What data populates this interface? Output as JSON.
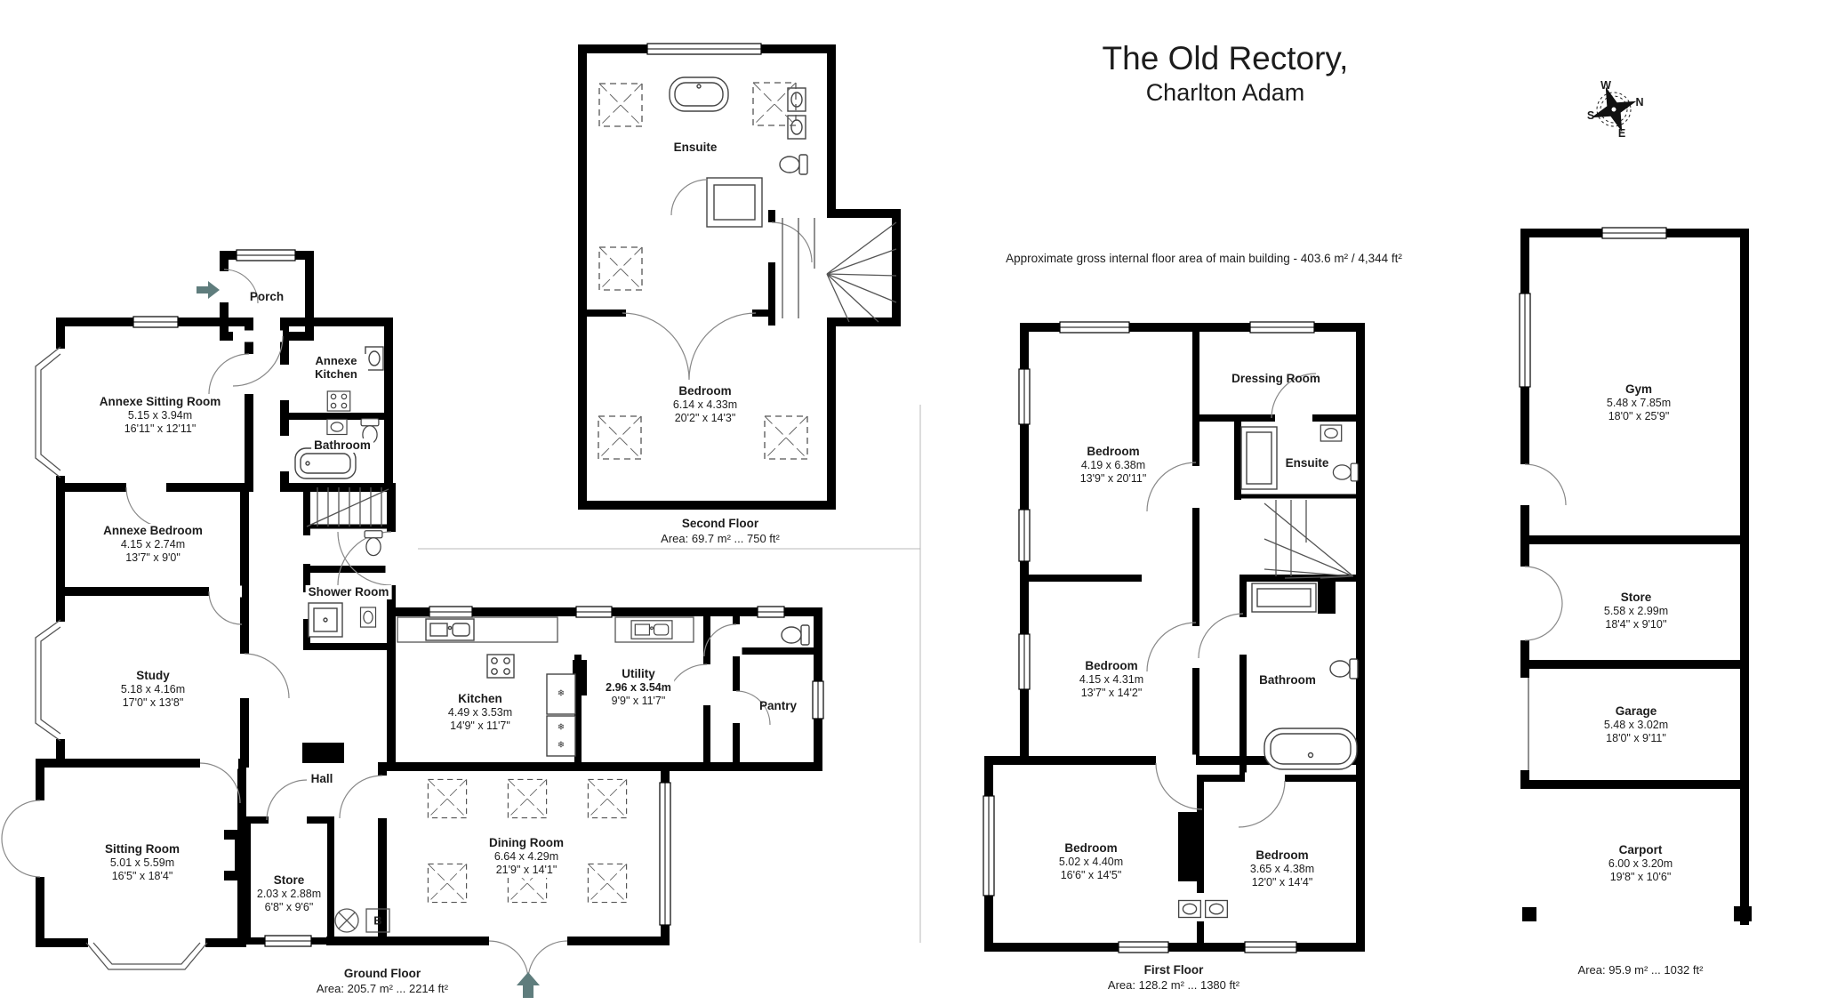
{
  "title": {
    "line1": "The Old Rectory,",
    "line2": "Charlton Adam"
  },
  "area_note": "Approximate gross internal floor area of main building  -  403.6 m² / 4,344 ft²",
  "compass": {
    "n": "N",
    "e": "E",
    "s": "S",
    "w": "W"
  },
  "colors": {
    "wall": "#000000",
    "entry_arrow": "#5f7d7d",
    "paper": "#ffffff"
  },
  "icons": {
    "freezer": "❄"
  },
  "symbols": {
    "boiler": "B"
  },
  "floors": {
    "ground": {
      "label": "Ground Floor",
      "area": "Area: 205.7 m² ... 2214 ft²",
      "rooms": {
        "porch": {
          "name": "Porch"
        },
        "annexe_sitting": {
          "name": "Annexe Sitting Room",
          "metric": "5.15 x 3.94m",
          "imperial": "16'11\" x 12'11\""
        },
        "annexe_kitchen": {
          "name": "Annexe Kitchen"
        },
        "bathroom": {
          "name": "Bathroom"
        },
        "annexe_bedroom": {
          "name": "Annexe Bedroom",
          "metric": "4.15 x 2.74m",
          "imperial": "13'7\" x 9'0\""
        },
        "study": {
          "name": "Study",
          "metric": "5.18 x 4.16m",
          "imperial": "17'0\" x 13'8\""
        },
        "shower_room": {
          "name": "Shower Room"
        },
        "hall": {
          "name": "Hall"
        },
        "sitting_room": {
          "name": "Sitting Room",
          "metric": "5.01 x 5.59m",
          "imperial": "16'5\" x 18'4\""
        },
        "store": {
          "name": "Store",
          "metric": "2.03 x 2.88m",
          "imperial": "6'8\" x 9'6\""
        },
        "kitchen": {
          "name": "Kitchen",
          "metric": "4.49 x 3.53m",
          "imperial": "14'9\" x 11'7\""
        },
        "utility": {
          "name": "Utility",
          "metric": "2.96 x 3.54m",
          "imperial": "9'9\" x 11'7\""
        },
        "pantry": {
          "name": "Pantry"
        },
        "dining": {
          "name": "Dining Room",
          "metric": "6.64 x 4.29m",
          "imperial": "21'9\" x 14'1\""
        }
      }
    },
    "second": {
      "label": "Second Floor",
      "area": "Area: 69.7 m² ... 750 ft²",
      "rooms": {
        "ensuite": {
          "name": "Ensuite"
        },
        "bedroom": {
          "name": "Bedroom",
          "metric": "6.14 x 4.33m",
          "imperial": "20'2\" x 14'3\""
        }
      }
    },
    "first": {
      "label": "First Floor",
      "area": "Area: 128.2 m² ... 1380 ft²",
      "rooms": {
        "bedroom1": {
          "name": "Bedroom",
          "metric": "4.19 x 6.38m",
          "imperial": "13'9\" x 20'11\""
        },
        "dressing": {
          "name": "Dressing Room"
        },
        "ensuite": {
          "name": "Ensuite"
        },
        "bedroom2": {
          "name": "Bedroom",
          "metric": "4.15 x 4.31m",
          "imperial": "13'7\" x 14'2\""
        },
        "bathroom": {
          "name": "Bathroom"
        },
        "bedroom3": {
          "name": "Bedroom",
          "metric": "5.02 x 4.40m",
          "imperial": "16'6\" x 14'5\""
        },
        "bedroom4": {
          "name": "Bedroom",
          "metric": "3.65 x 4.38m",
          "imperial": "12'0\" x 14'4\""
        }
      }
    },
    "outbuilding": {
      "area": "Area: 95.9 m² ... 1032 ft²",
      "rooms": {
        "gym": {
          "name": "Gym",
          "metric": "5.48 x 7.85m",
          "imperial": "18'0\" x 25'9\""
        },
        "store": {
          "name": "Store",
          "metric": "5.58 x 2.99m",
          "imperial": "18'4'' x 9'10''"
        },
        "garage": {
          "name": "Garage",
          "metric": "5.48 x 3.02m",
          "imperial": "18'0\" x 9'11\""
        },
        "carport": {
          "name": "Carport",
          "metric": "6.00 x 3.20m",
          "imperial": "19'8\" x 10'6\""
        }
      }
    }
  }
}
